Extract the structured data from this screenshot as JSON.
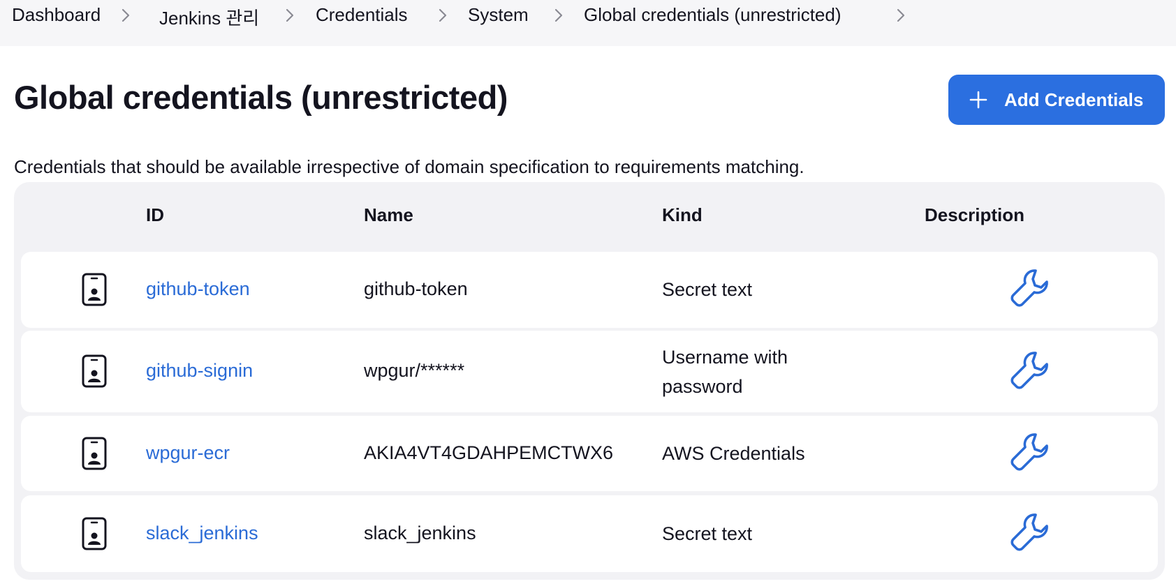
{
  "breadcrumb": {
    "items": [
      "Dashboard",
      "Jenkins 관리",
      "Credentials",
      "System",
      "Global credentials (unrestricted)"
    ]
  },
  "page": {
    "title": "Global credentials (unrestricted)",
    "add_button_label": "Add Credentials",
    "description": "Credentials that should be available irrespective of domain specification to requirements matching."
  },
  "table": {
    "headers": {
      "id": "ID",
      "name": "Name",
      "kind": "Kind",
      "description": "Description"
    },
    "rows": [
      {
        "id": "github-token",
        "name": "github-token",
        "kind": "Secret text",
        "description": ""
      },
      {
        "id": "github-signin",
        "name": "wpgur/******",
        "kind": "Username with password",
        "description": ""
      },
      {
        "id": "wpgur-ecr",
        "name": "AKIA4VT4GDAHPEMCTWX6",
        "kind": "AWS Credentials",
        "description": ""
      },
      {
        "id": "slack_jenkins",
        "name": "slack_jenkins",
        "kind": "Secret text",
        "description": ""
      }
    ]
  },
  "icons": {
    "row_icon": "credential-card-icon",
    "row_action": "wrench-icon",
    "add": "plus-icon",
    "separator": "chevron-right-icon"
  },
  "colors": {
    "accent": "#2b6fe0",
    "link": "#2a6bd6",
    "table_bg": "#f2f2f5",
    "breadcrumb_bg": "#f6f6f8"
  }
}
